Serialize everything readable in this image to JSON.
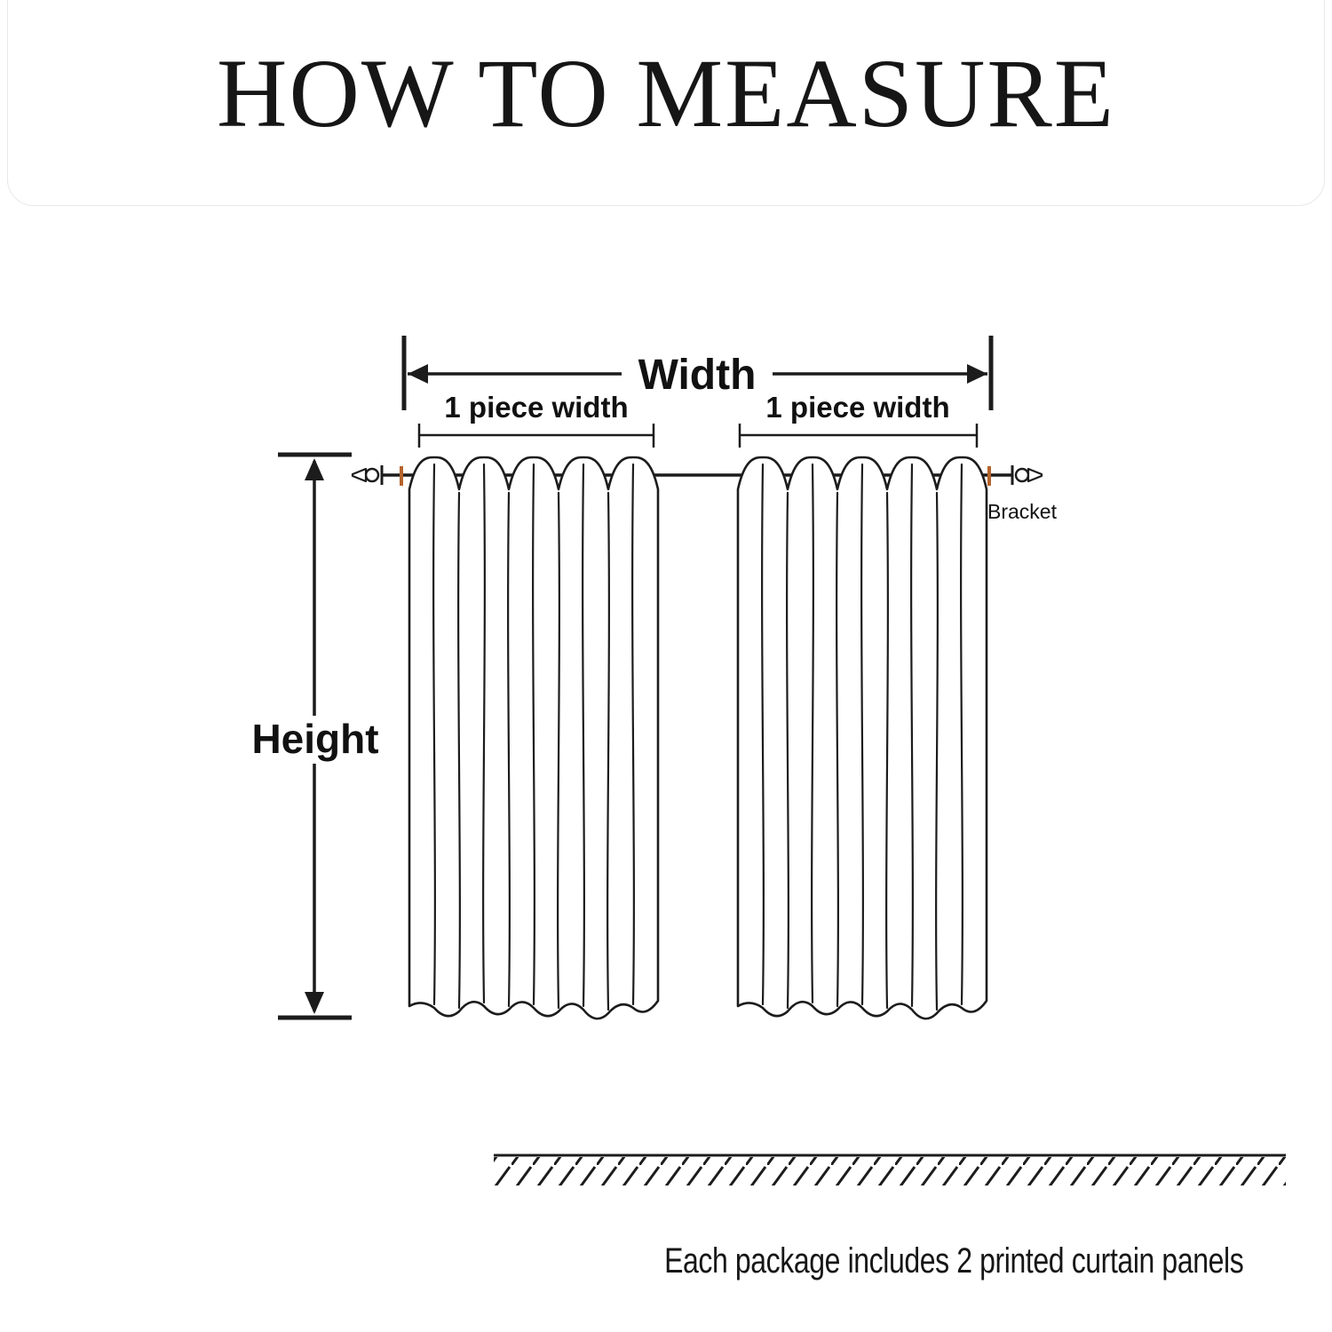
{
  "title": "HOW TO MEASURE",
  "footer": "Each package includes 2 printed curtain panels",
  "measurements": {
    "width_label": "Width",
    "height_label": "Height",
    "piece_width_left": "1 piece width",
    "piece_width_right": "1 piece width",
    "bracket_label": "Bracket"
  },
  "diagram": {
    "panel_count": 2,
    "panels": [
      "left-curtain-panel",
      "right-curtain-panel"
    ]
  },
  "colors": {
    "line": "#1c1c1c",
    "bracket_mark": "#b5642c",
    "card_border": "#e8e8e8"
  }
}
